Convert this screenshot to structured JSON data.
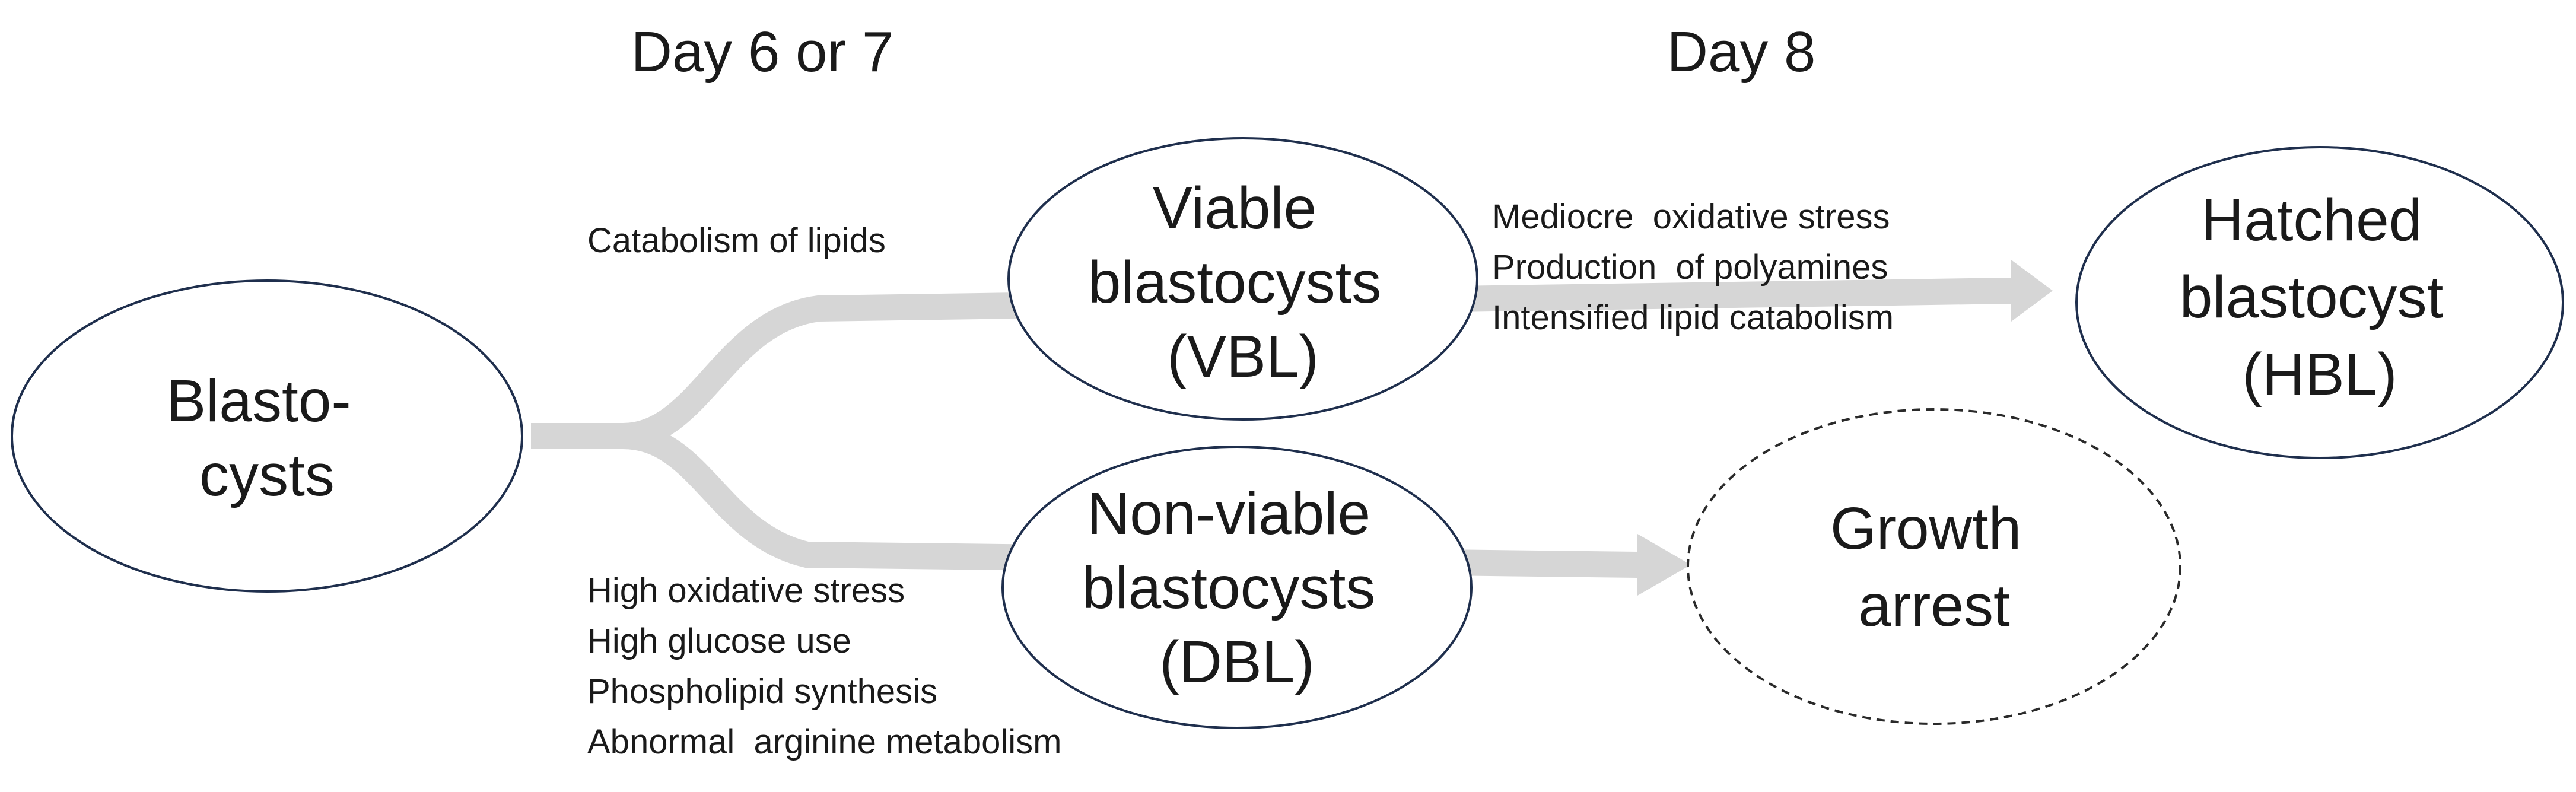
{
  "headers": {
    "day_early": "Day 6 or 7",
    "day_late": "Day 8"
  },
  "nodes": {
    "blastocysts": {
      "lines": [
        "Blasto-",
        "cysts"
      ]
    },
    "viable": {
      "lines": [
        "Viable",
        "blastocysts",
        "(VBL)"
      ]
    },
    "nonviable": {
      "lines": [
        "Non-viable",
        "blastocysts",
        "(DBL)"
      ]
    },
    "hatched": {
      "lines": [
        "Hatched",
        "blastocyst",
        "(HBL)"
      ]
    },
    "arrest": {
      "lines": [
        "Growth",
        "arrest"
      ]
    }
  },
  "annotations": {
    "upper_left": [
      "Catabolism of lipids"
    ],
    "upper_right": [
      "Mediocre  oxidative stress",
      "Production  of polyamines",
      "Intensified lipid catabolism"
    ],
    "lower_left": [
      "High oxidative stress",
      "High glucose use",
      "Phospholipid synthesis",
      "Abnormal  arginine metabolism"
    ]
  },
  "colors": {
    "flow_arrow": "#d6d6d6",
    "node_outline": "#1f2f4d",
    "text": "#1a1a1a"
  }
}
